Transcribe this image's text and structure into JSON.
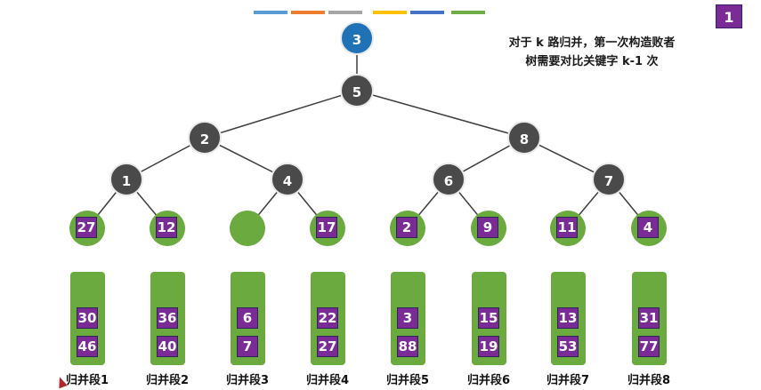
{
  "slide_number": "1",
  "annotation": {
    "line1": "对于 k 路归并，第一次构造败者",
    "line2": "树需要对比关键字 k-1 次"
  },
  "color_bar": [
    "#5b9bd5",
    "#ed7d31",
    "#a5a5a5",
    "#ffc000",
    "#4472c4",
    "#70ad47"
  ],
  "tree": {
    "winner": "3",
    "top": "5",
    "level1": [
      "2",
      "8"
    ],
    "level2": [
      "1",
      "4",
      "6",
      "7"
    ]
  },
  "leaves": [
    "27",
    "12",
    "",
    "17",
    "2",
    "9",
    "11",
    "4"
  ],
  "runs": [
    {
      "label": "归并段1",
      "keys": [
        "30",
        "46"
      ]
    },
    {
      "label": "归并段2",
      "keys": [
        "36",
        "40"
      ]
    },
    {
      "label": "归并段3",
      "keys": [
        "6",
        "7"
      ]
    },
    {
      "label": "归并段4",
      "keys": [
        "22",
        "27"
      ]
    },
    {
      "label": "归并段5",
      "keys": [
        "3",
        "88"
      ]
    },
    {
      "label": "归并段6",
      "keys": [
        "15",
        "19"
      ]
    },
    {
      "label": "归并段7",
      "keys": [
        "13",
        "53"
      ]
    },
    {
      "label": "归并段8",
      "keys": [
        "31",
        "77"
      ]
    }
  ]
}
